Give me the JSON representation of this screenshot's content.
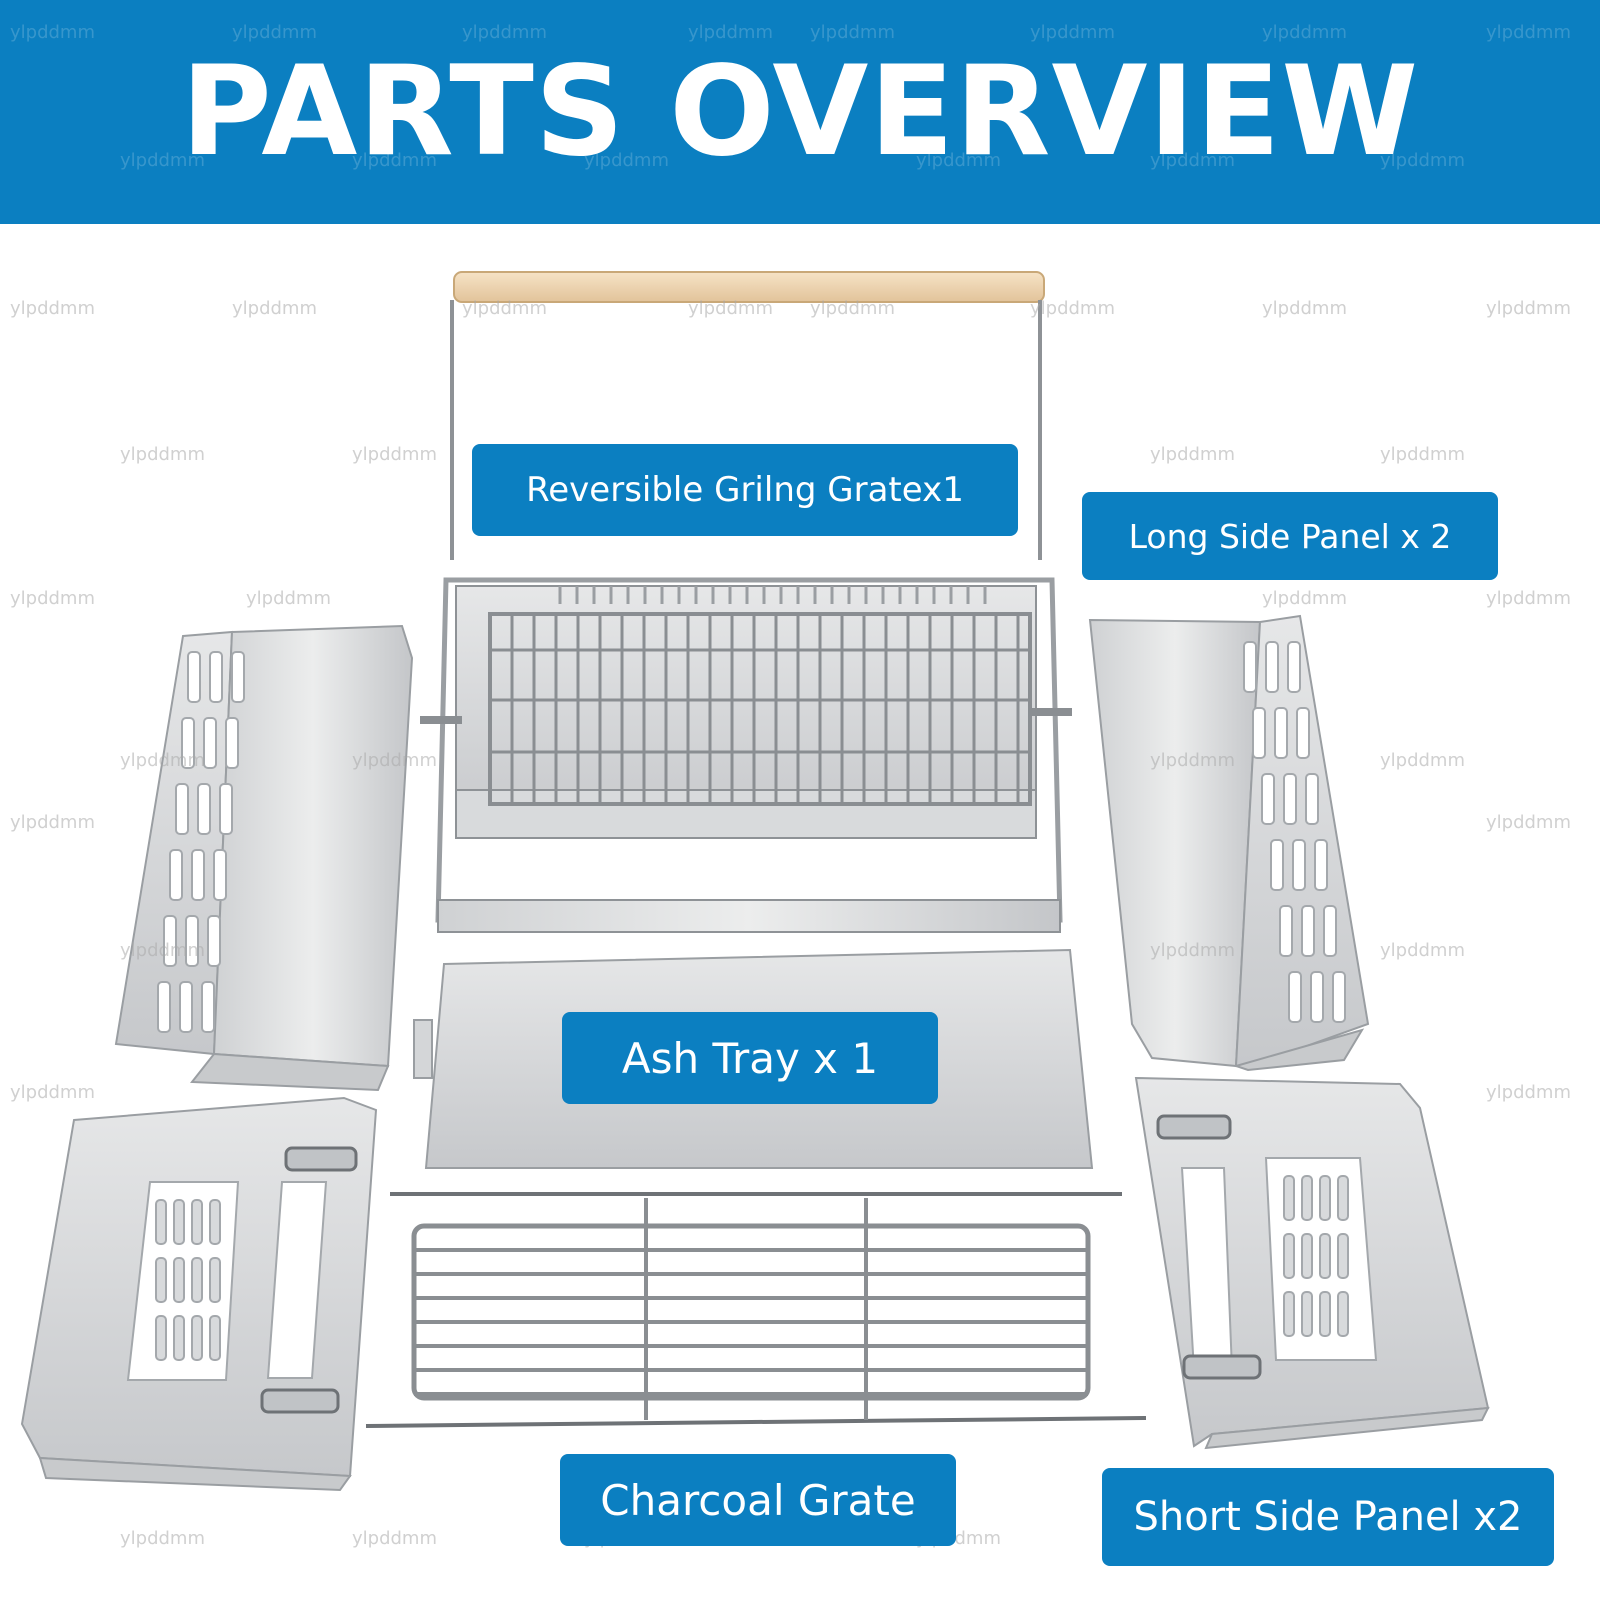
{
  "header": {
    "title": "PARTS OVERVIEW"
  },
  "watermark": "ylpddmm",
  "labels": {
    "grilling_grate": "Reversible Grilng Gratex1",
    "long_side_panel": "Long Side Panel x 2",
    "ash_tray": "Ash Tray x 1",
    "charcoal_grate": "Charcoal Grate",
    "short_side_panel": "Short Side Panel x2"
  },
  "colors": {
    "brand": "#0b7fc1",
    "steel": "#d4d6d8",
    "steel_dark": "#9ea2a6",
    "wood": "#f0d7b4"
  }
}
